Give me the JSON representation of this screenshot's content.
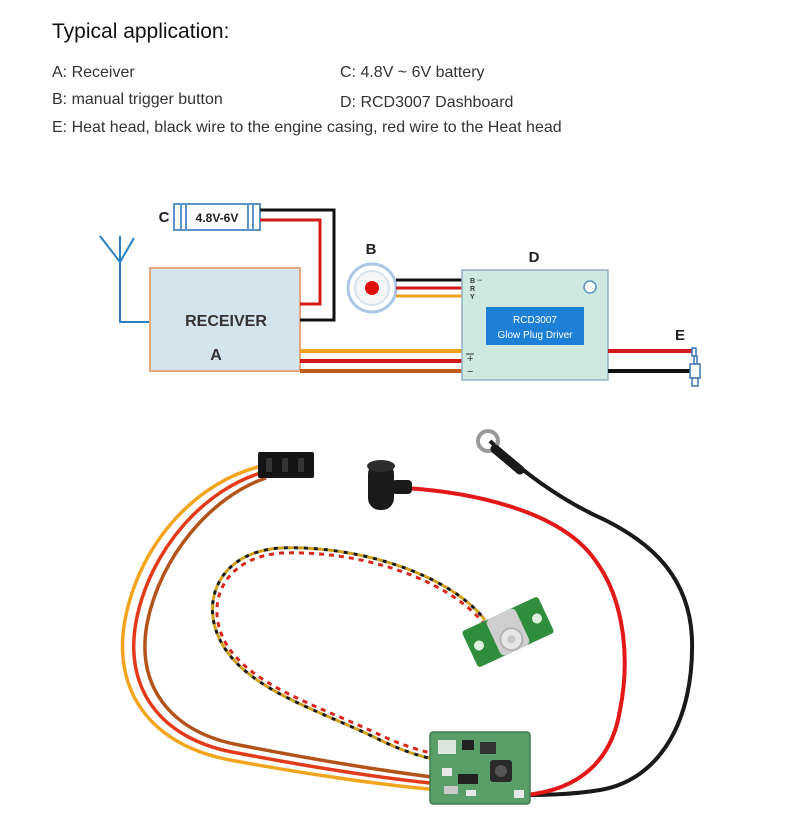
{
  "heading": "Typical application:",
  "legend": {
    "a": "A: Receiver",
    "b": "B: manual trigger button",
    "c": "C: 4.8V ~ 6V battery",
    "d": "D: RCD3007 Dashboard",
    "e": "E: Heat head, black wire to the engine casing, red wire to the Heat head"
  },
  "diagram": {
    "letter_c": "C",
    "battery_label": "4.8V-6V",
    "letter_b": "B",
    "letter_d": "D",
    "letter_e": "E",
    "letter_a": "A",
    "receiver_label": "RECEIVER",
    "driver_line1": "RCD3007",
    "driver_line2": "Glow Plug Driver",
    "pin_b": "B",
    "pin_r": "R",
    "pin_y": "Y",
    "pin_minus_top": "−",
    "pin_minus_bottom": "−",
    "pin_plus": "+"
  },
  "colors": {
    "receiver_fill": "#d4e4ec",
    "receiver_border": "#e7a77e",
    "driver_fill": "#cfe9e0",
    "driver_screen": "#1e7fd6",
    "battery_border": "#5b93c8",
    "wire_red": "#d11a1a",
    "wire_orange": "#f0a21d",
    "wire_brown": "#c05a1a",
    "wire_black": "#111111",
    "button_red": "#e01010"
  }
}
